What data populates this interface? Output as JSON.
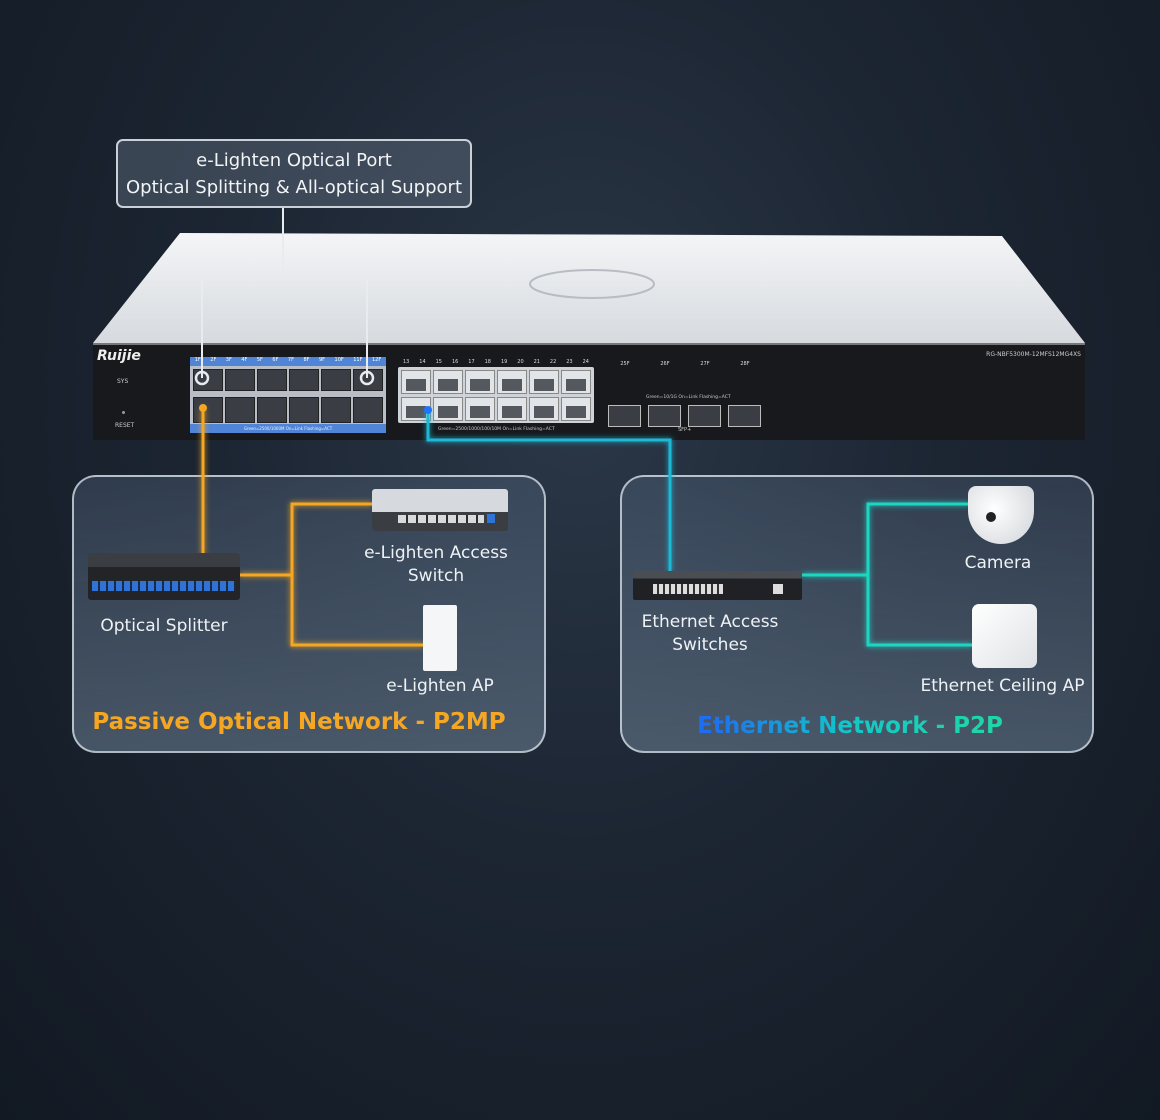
{
  "callout": {
    "line1": "e-Lighten Optical Port",
    "line2": "Optical Splitting & All-optical Support"
  },
  "switch": {
    "brand": "Ruijie",
    "model": "RG-NBF5300M-12MFS12MG4XS",
    "sys_label": "SYS",
    "reset_label": "RESET",
    "optical_ports": [
      "1F",
      "2F",
      "3F",
      "4F",
      "5F",
      "6F",
      "7F",
      "8F",
      "9F",
      "10F",
      "11F",
      "12F"
    ],
    "optical_legend": "Green=2500/1000M  On=Link  Flashing=ACT",
    "ethernet_ports": [
      "13",
      "14",
      "15",
      "16",
      "17",
      "18",
      "19",
      "20",
      "21",
      "22",
      "23",
      "24"
    ],
    "ethernet_legend": "Green=2500/1000/100/10M  On=Link  Flashing=ACT",
    "sfp_ports": [
      "25F",
      "26F",
      "27F",
      "28F"
    ],
    "sfp_legend": "Green=10/1G  On=Link  Flashing=ACT",
    "sfp_group_label": "SFP+"
  },
  "pon": {
    "title": "Passive Optical Network - P2MP",
    "splitter": "Optical Splitter",
    "access_switch": "e-Lighten Access Switch",
    "ap": "e-Lighten AP",
    "color": "#f5a623"
  },
  "eth": {
    "title": "Ethernet Network - P2P",
    "switches": "Ethernet Access Switches",
    "camera": "Camera",
    "ceiling_ap": "Ethernet Ceiling AP",
    "color": "#1fd6c2"
  }
}
